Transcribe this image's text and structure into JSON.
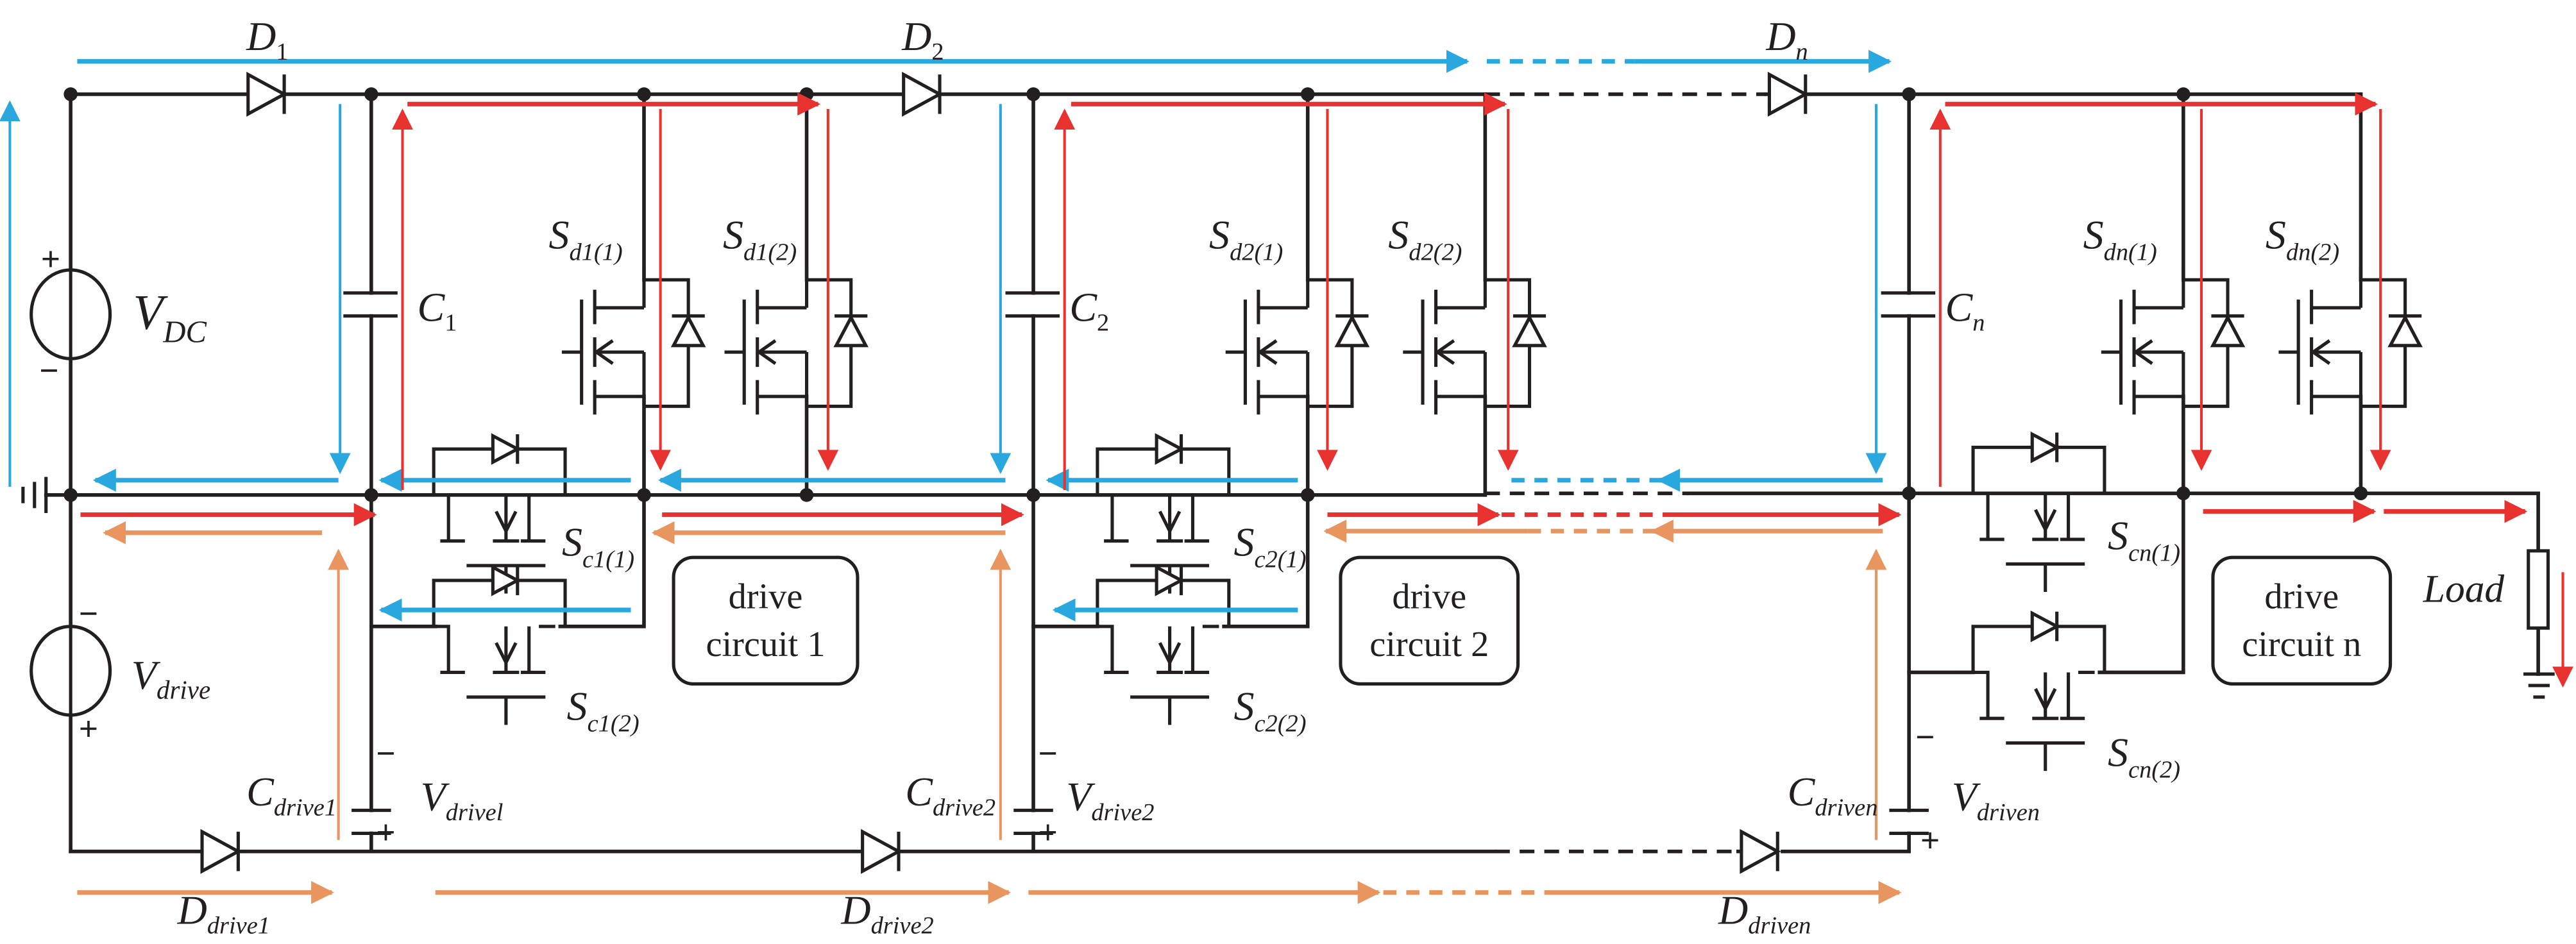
{
  "figure": {
    "description": "Cascaded multi-stage pulse/drive circuit with current flow paths",
    "colors": {
      "wire": "#231f20",
      "path_blue": "#29a8e0",
      "path_red": "#e8322f",
      "path_orange": "#e9955f"
    }
  },
  "sources": {
    "vdc": {
      "main": "V",
      "sub": "DC",
      "plus": "+",
      "minus": "−"
    },
    "vdrive": {
      "main": "V",
      "sub": "drive",
      "plus": "+",
      "minus": "−"
    }
  },
  "diodes": {
    "d1": {
      "main": "D",
      "sub": "1"
    },
    "d2": {
      "main": "D",
      "sub": "2"
    },
    "dn": {
      "main": "D",
      "sub": "n"
    },
    "ddrive1": {
      "main": "D",
      "sub": "drive1"
    },
    "ddrive2": {
      "main": "D",
      "sub": "drive2"
    },
    "ddriven": {
      "main": "D",
      "sub": "driven"
    }
  },
  "capacitors": {
    "c1": {
      "main": "C",
      "sub": "1"
    },
    "c2": {
      "main": "C",
      "sub": "2"
    },
    "cn": {
      "main": "C",
      "sub": "n"
    },
    "cdrive1": {
      "main": "C",
      "sub": "drive1"
    },
    "cdrive2": {
      "main": "C",
      "sub": "drive2"
    },
    "cdriven": {
      "main": "C",
      "sub": "driven"
    }
  },
  "voltages": {
    "vdrive1": {
      "main": "V",
      "sub": "drivel",
      "plus": "+",
      "minus": "−"
    },
    "vdrive2": {
      "main": "V",
      "sub": "drive2",
      "plus": "+",
      "minus": "−"
    },
    "vdriven": {
      "main": "V",
      "sub": "driven",
      "plus": "+",
      "minus": "−"
    }
  },
  "switches": {
    "sd1_1": {
      "main": "S",
      "sub": "d1(1)"
    },
    "sd1_2": {
      "main": "S",
      "sub": "d1(2)"
    },
    "sd2_1": {
      "main": "S",
      "sub": "d2(1)"
    },
    "sd2_2": {
      "main": "S",
      "sub": "d2(2)"
    },
    "sdn_1": {
      "main": "S",
      "sub": "dn(1)"
    },
    "sdn_2": {
      "main": "S",
      "sub": "dn(2)"
    },
    "sc1_1": {
      "main": "S",
      "sub": "c1(1)"
    },
    "sc1_2": {
      "main": "S",
      "sub": "c1(2)"
    },
    "sc2_1": {
      "main": "S",
      "sub": "c2(1)"
    },
    "sc2_2": {
      "main": "S",
      "sub": "c2(2)"
    },
    "scn_1": {
      "main": "S",
      "sub": "cn(1)"
    },
    "scn_2": {
      "main": "S",
      "sub": "cn(2)"
    }
  },
  "drive_circuits": [
    {
      "line1": "drive",
      "line2": "circuit 1"
    },
    {
      "line1": "drive",
      "line2": "circuit 2"
    },
    {
      "line1": "drive",
      "line2": "circuit n"
    }
  ],
  "load": {
    "label": "Load"
  }
}
